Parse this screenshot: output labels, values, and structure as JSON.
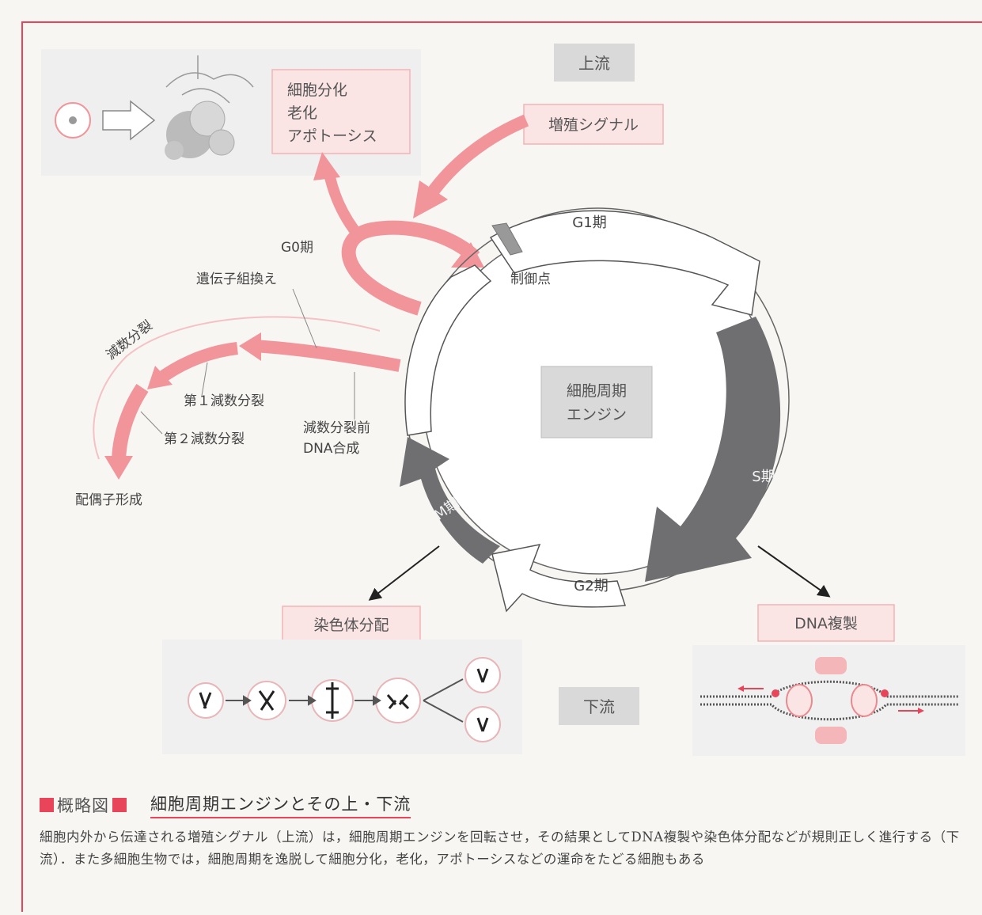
{
  "labels": {
    "upstream": "上流",
    "downstream": "下流",
    "proliferation_signal": "増殖シグナル",
    "fate_line1": "細胞分化",
    "fate_line2": "老化",
    "fate_line3": "アポトーシス",
    "g0": "G0期",
    "g1": "G1期",
    "s": "S期",
    "g2": "G2期",
    "m": "M期",
    "checkpoint": "制御点",
    "engine_line1": "細胞周期",
    "engine_line2": "エンジン",
    "recombination": "遺伝子組換え",
    "meiosis": "減数分裂",
    "meiosis1": "第１減数分裂",
    "meiosis2": "第２減数分裂",
    "premeiotic_line1": "減数分裂前",
    "premeiotic_line2": "DNA合成",
    "gamete": "配偶子形成",
    "chromosome_segregation": "染色体分配",
    "dna_replication": "DNA複製"
  },
  "caption": {
    "tag": "概略図",
    "title": "細胞周期エンジンとその上・下流",
    "text": "細胞内外から伝達される増殖シグナル（上流）は，細胞周期エンジンを回転させ，その結果としてDNA複製や染色体分配などが規則正しく進行する（下流）．また多細胞生物では，細胞周期を逸脱して細胞分化，老化，アポトーシスなどの運命をたどる細胞もある"
  },
  "colors": {
    "pink_arrow": "#f1959b",
    "pink_box": "#fbe4e4",
    "gray_box": "#d9d9d9",
    "dark_phase": "#6f6f72",
    "frame_red": "#e8455a"
  }
}
